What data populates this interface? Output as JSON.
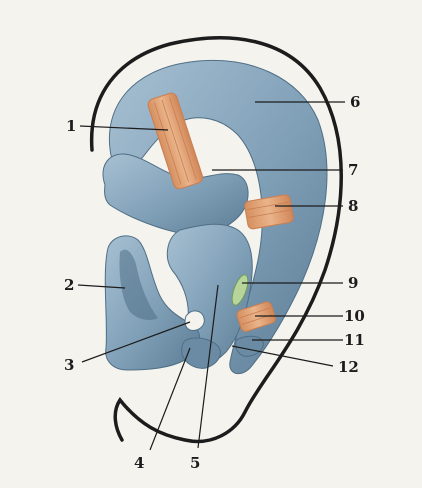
{
  "diagram": {
    "labels": [
      "1",
      "2",
      "3",
      "4",
      "5",
      "6",
      "7",
      "8",
      "9",
      "10",
      "11",
      "12"
    ]
  },
  "colors": {
    "cartilage": "#7b9cb4",
    "cartilage_light": "#a9c2d3",
    "cartilage_dark": "#4f6f86",
    "muscle": "#e3a679",
    "muscle_stripe": "#c97e52",
    "outline": "#1c1c1c",
    "background": "#f5f3ee"
  }
}
